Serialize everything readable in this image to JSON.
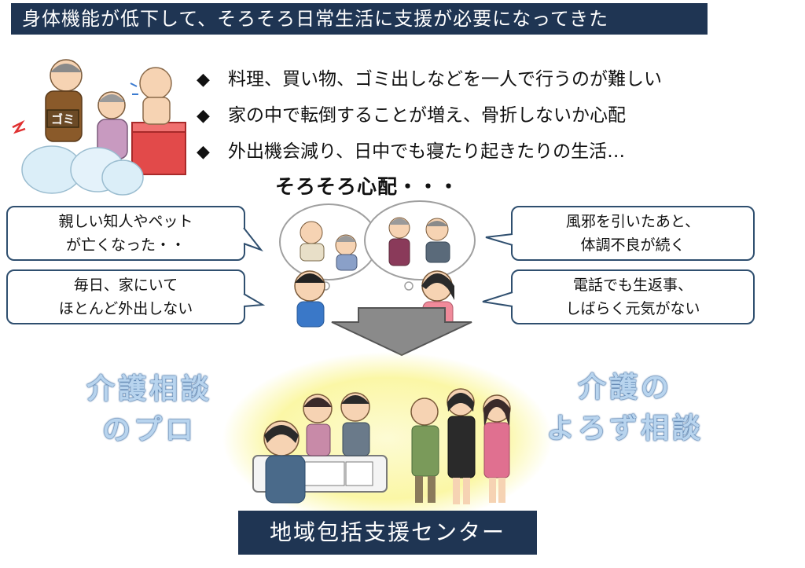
{
  "title": "身体機能が低下して、そろそろ日常生活に支援が必要になってきた",
  "bullets": [
    "料理、買い物、ゴミ出しなどを一人で行うのが難しい",
    "家の中で転倒することが増え、骨折しないか心配",
    "外出機会減り、日中でも寝たり起きたりの生活…"
  ],
  "bullet_mark": "◆",
  "worry": "そろそろ心配・・・",
  "garbage_sign": "ゴミ",
  "bubbles": {
    "top_left": [
      "親しい知人やペット",
      "が亡くなった・・"
    ],
    "bottom_left": [
      "毎日、家にいて",
      "ほとんど外出しない"
    ],
    "top_right": [
      "風邪を引いたあと、",
      "体調不良が続く"
    ],
    "bottom_right": [
      "電話でも生返事、",
      "しばらく元気がない"
    ]
  },
  "pro_label": [
    "介護相談",
    "のプロ"
  ],
  "yoro_label": [
    "介護の",
    "よろず相談"
  ],
  "center_name": "地域包括支援センター",
  "colors": {
    "navy": "#1f3553",
    "bubble_border": "#2f4f6f",
    "label_fill": "#b8d4ee",
    "glow": "#fbf7a6",
    "arrow": "#8a8a8a"
  }
}
